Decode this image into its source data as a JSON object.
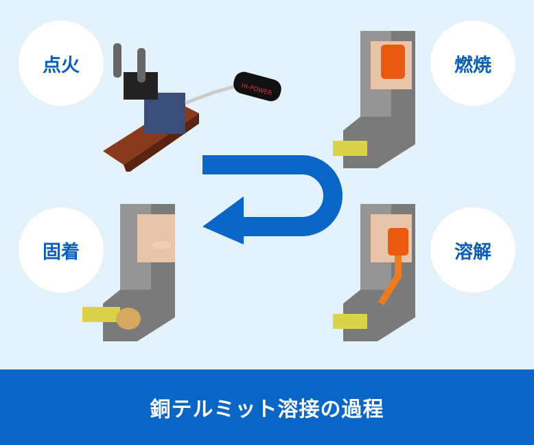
{
  "steps": {
    "ignition": "点火",
    "combustion": "燃焼",
    "melting": "溶解",
    "fixing": "固着"
  },
  "banner": {
    "title": "銅テルミット溶接の過程"
  },
  "colors": {
    "background": "#e4f2fb",
    "accent": "#0a66c6",
    "label": "#0a5fb4"
  }
}
